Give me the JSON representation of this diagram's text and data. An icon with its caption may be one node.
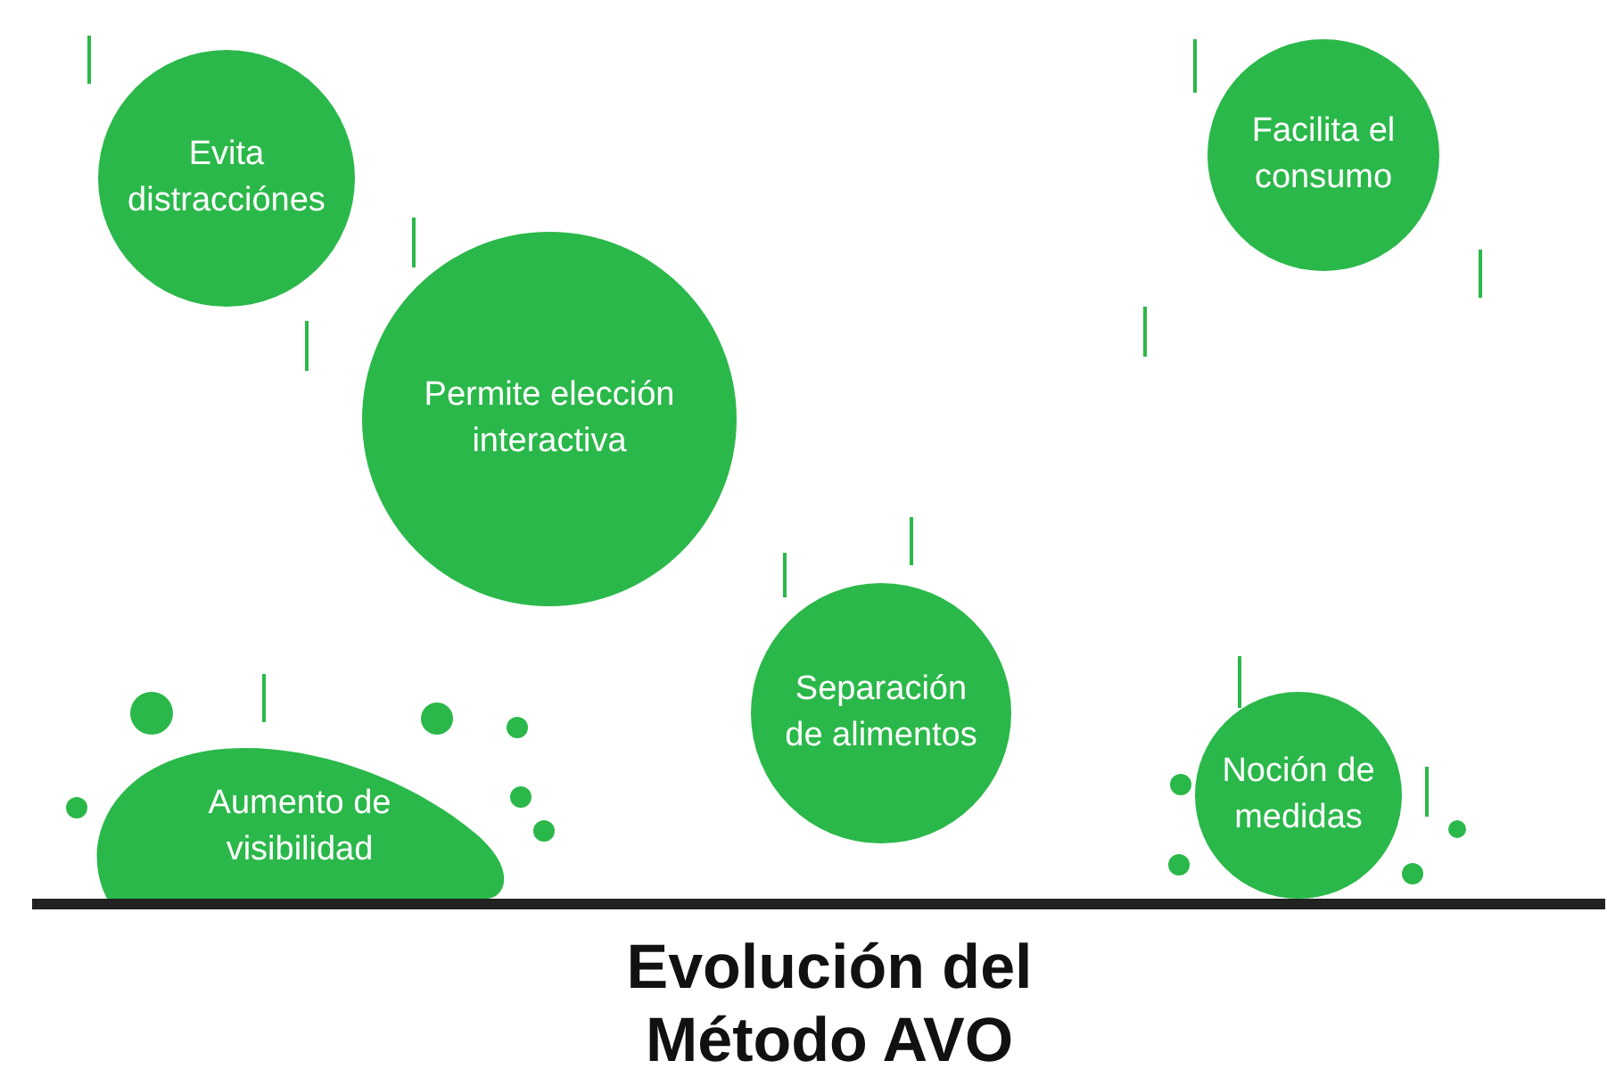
{
  "diagram": {
    "title": "Evolución del Método AVO",
    "nodes": [
      {
        "text": [
          "Evita distracciónes"
        ]
      },
      {
        "text": [
          "Facilita el consumo"
        ]
      },
      {
        "text": [
          "Permite elección interactiva"
        ]
      },
      {
        "text": [
          "Separación de alimentos"
        ]
      },
      {
        "text": [
          "Aumento de visibilidad"
        ]
      },
      {
        "text": [
          "Noción de medidas"
        ]
      }
    ]
  }
}
